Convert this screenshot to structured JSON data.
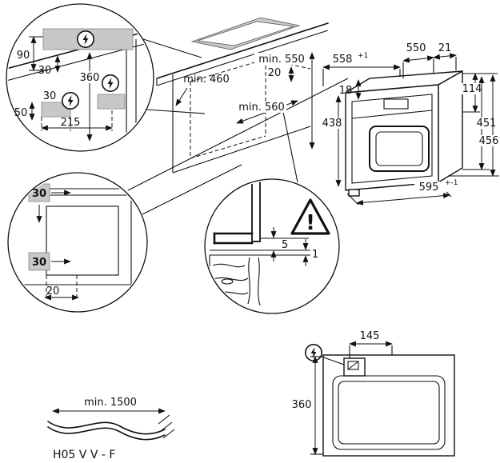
{
  "colors": {
    "line": "#111111",
    "zone_fill": "#c8c8c8"
  },
  "icons": {
    "power_bolt": "⚡",
    "warning": "⚠"
  },
  "callout_electrical": {
    "dim_90": "90",
    "dim_30_upper": "30",
    "dim_360": "360",
    "dim_30_lower": "30",
    "dim_50": "50",
    "dim_215": "215"
  },
  "cabinet_view": {
    "dim_min_550": "min. 550",
    "dim_20": "20",
    "dim_min_460": "min. 460",
    "dim_min_560": "min. 560"
  },
  "oven_view": {
    "dim_558": "558",
    "tol_558": "+1",
    "dim_550": "550",
    "dim_21": "21",
    "dim_18": "18",
    "dim_114": "114",
    "dim_438": "438",
    "dim_451": "451",
    "dim_456": "456",
    "dim_595": "595",
    "tol_595": "+-1"
  },
  "corner_detail": {
    "dim_30_top": "30",
    "dim_30_bottom": "30",
    "dim_20": "20"
  },
  "edge_detail": {
    "dim_5": "5",
    "dim_1": "1",
    "warning_mark": "!"
  },
  "top_view": {
    "dim_145": "145",
    "dim_360": "360"
  },
  "cable_detail": {
    "dim_min_1500": "min. 1500",
    "cable_type": "H05 V V - F"
  }
}
